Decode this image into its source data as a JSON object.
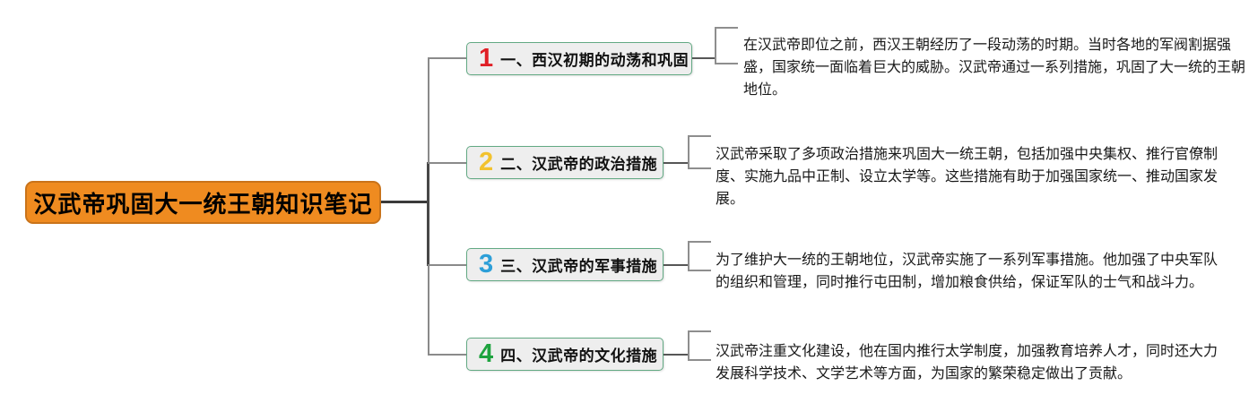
{
  "root": {
    "label": "汉武帝巩固大一统王朝知识笔记"
  },
  "colors": {
    "root_fill": "#ef8b20",
    "root_border": "#c9731a",
    "box_fill": "#eeeeee",
    "box_border": "#62a983",
    "connector_gray": "#8a8a8a",
    "connector_dark": "#3a3a3a"
  },
  "branches": [
    {
      "number": "1",
      "number_color": "#e01f26",
      "label": "一、西汉初期的动荡和巩固",
      "detail": "在汉武帝即位之前，西汉王朝经历了一段动荡的时期。当时各地的军阀割据强\n盛，国家统一面临着巨大的威胁。汉武帝通过一系列措施，巩固了大一统的王朝\n地位。"
    },
    {
      "number": "2",
      "number_color": "#f2c22e",
      "label": "二、汉武帝的政治措施",
      "detail": "汉武帝采取了多项政治措施来巩固大一统王朝，包括加强中央集权、推行官僚制\n度、实施九品中正制、设立太学等。这些措施有助于加强国家统一、推动国家发\n展。"
    },
    {
      "number": "3",
      "number_color": "#2d9fd8",
      "label": "三、汉武帝的军事措施",
      "detail": "为了维护大一统的王朝地位，汉武帝实施了一系列军事措施。他加强了中央军队\n的组织和管理，同时推行屯田制，增加粮食供给，保证军队的士气和战斗力。"
    },
    {
      "number": "4",
      "number_color": "#1ea33f",
      "label": "四、汉武帝的文化措施",
      "detail": "汉武帝注重文化建设，他在国内推行太学制度，加强教育培养人才，同时还大力\n发展科学技术、文学艺术等方面，为国家的繁荣稳定做出了贡献。"
    }
  ]
}
